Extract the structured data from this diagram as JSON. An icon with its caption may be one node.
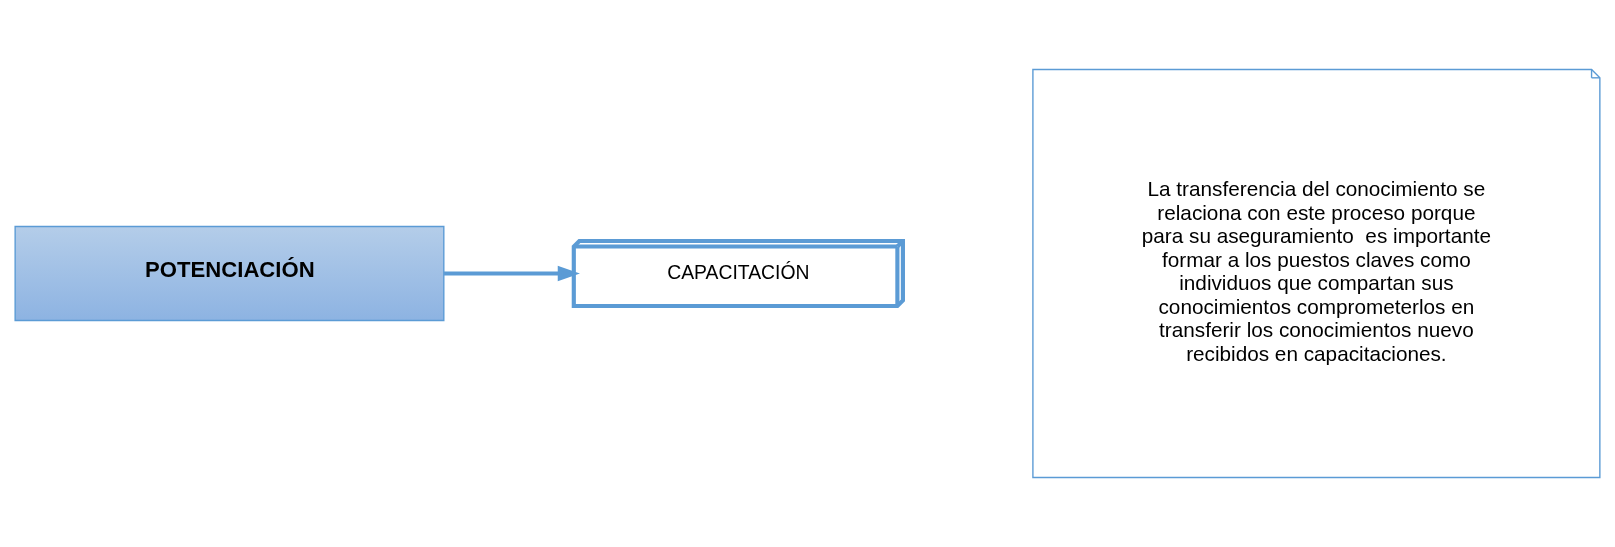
{
  "diagram": {
    "nodes": [
      {
        "text": [
          "POTENCIACIÓN"
        ]
      },
      {
        "text": [
          "CAPACITACIÓN"
        ]
      },
      {
        "text": [
          "La transferencia del conocimiento se relaciona con este proceso porque para su aseguramiento  es importante formar a los puestos claves como individuos que compartan sus conocimientos comprometerlos en transferir los conocimientos nuevo recibidos en capacitaciones."
        ]
      }
    ],
    "edges": [
      {
        "from": 0,
        "to": 1,
        "arrow": "to"
      }
    ]
  }
}
